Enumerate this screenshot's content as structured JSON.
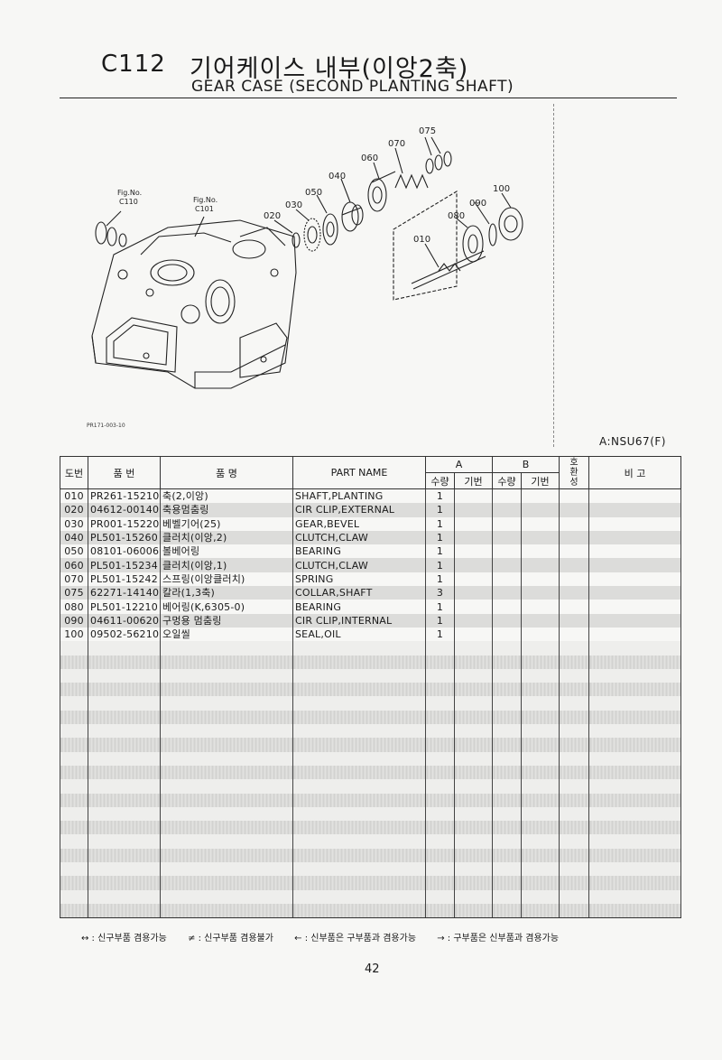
{
  "header": {
    "code": "C112",
    "title_ko": "기어케이스 내부(이앙2축)",
    "title_en": "GEAR CASE (SECOND PLANTING SHAFT)"
  },
  "figure": {
    "fig_ref_1_label": "Fig.No.",
    "fig_ref_1": "C110",
    "fig_ref_2_label": "Fig.No.",
    "fig_ref_2": "C101",
    "callouts": [
      "075",
      "070",
      "060",
      "040",
      "050",
      "030",
      "020",
      "100",
      "090",
      "080",
      "010"
    ],
    "drawing_code": "PR171-003-10"
  },
  "model_note": "A:NSU67(F)",
  "table": {
    "headers": {
      "no": "도번",
      "part_no": "품 번",
      "name_ko": "품 명",
      "part_name": "PART NAME",
      "group_a": "A",
      "group_b": "B",
      "qty": "수량",
      "base": "기번",
      "interchange": "호환성",
      "remarks": "비 고"
    },
    "rows": [
      {
        "no": "010",
        "part_no": "PR261-15210",
        "name_ko": "축(2,이앙)",
        "part_name": "SHAFT,PLANTING",
        "qty_a": "1"
      },
      {
        "no": "020",
        "part_no": "04612-00140",
        "name_ko": "축용멈춤링",
        "part_name": "CIR CLIP,EXTERNAL",
        "qty_a": "1"
      },
      {
        "no": "030",
        "part_no": "PR001-15220",
        "name_ko": "베벨기어(25)",
        "part_name": "GEAR,BEVEL",
        "qty_a": "1"
      },
      {
        "no": "040",
        "part_no": "PL501-15260",
        "name_ko": "클러치(이앙,2)",
        "part_name": "CLUTCH,CLAW",
        "qty_a": "1"
      },
      {
        "no": "050",
        "part_no": "08101-06006",
        "name_ko": "볼베어링",
        "part_name": "BEARING",
        "qty_a": "1"
      },
      {
        "no": "060",
        "part_no": "PL501-15234",
        "name_ko": "클러치(이앙,1)",
        "part_name": "CLUTCH,CLAW",
        "qty_a": "1"
      },
      {
        "no": "070",
        "part_no": "PL501-15242",
        "name_ko": "스프링(이앙클러치)",
        "part_name": "SPRING",
        "qty_a": "1"
      },
      {
        "no": "075",
        "part_no": "62271-14140",
        "name_ko": "칼라(1,3축)",
        "part_name": "COLLAR,SHAFT",
        "qty_a": "3"
      },
      {
        "no": "080",
        "part_no": "PL501-12210",
        "name_ko": "베어링(K,6305-0)",
        "part_name": "BEARING",
        "qty_a": "1"
      },
      {
        "no": "090",
        "part_no": "04611-00620",
        "name_ko": "구멍용 멈춤링",
        "part_name": "CIR CLIP,INTERNAL",
        "qty_a": "1"
      },
      {
        "no": "100",
        "part_no": "09502-56210",
        "name_ko": "오일씰",
        "part_name": "SEAL,OIL",
        "qty_a": "1"
      }
    ]
  },
  "legend": {
    "item1": "↔ : 신구부품 겸용가능",
    "item2": "≠ : 신구부품 겸용불가",
    "item3": "← : 신부품은 구부품과 겸용가능",
    "item4": "→ : 구부품은 신부품과 겸용가능"
  },
  "page_number": "42"
}
